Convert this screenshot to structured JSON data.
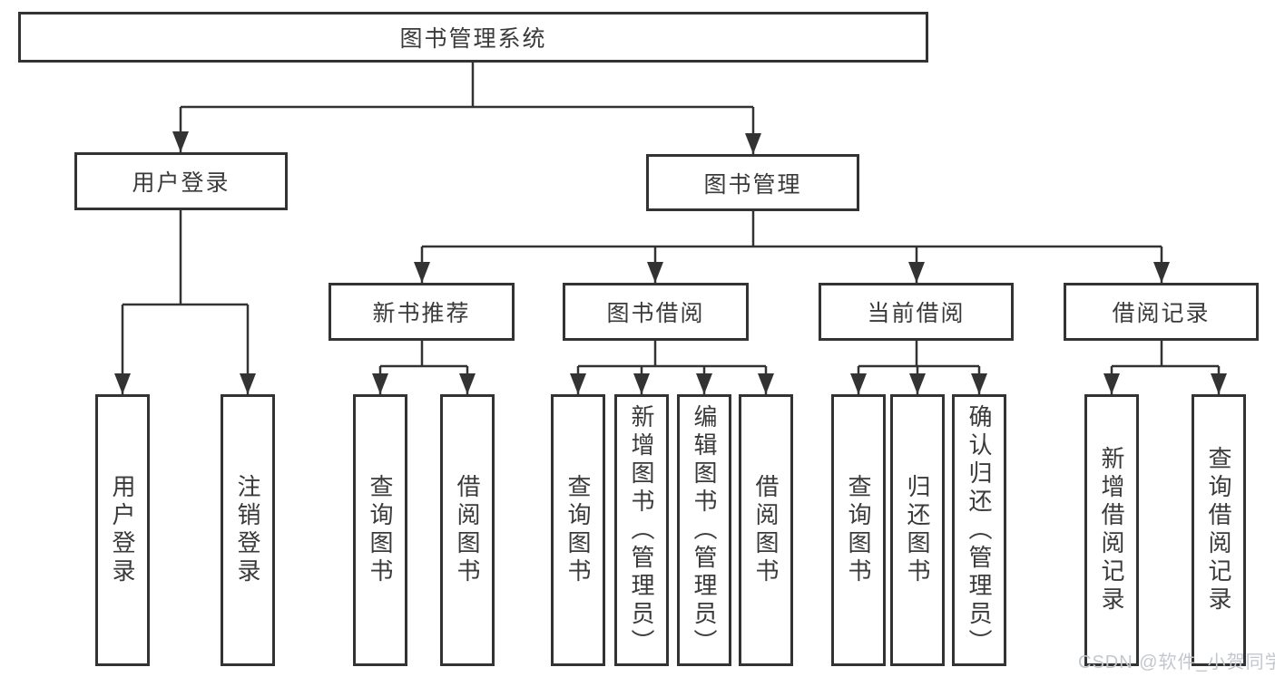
{
  "diagram": {
    "root": "图书管理系统",
    "level2": {
      "user_login": "用户登录",
      "book_management": "图书管理"
    },
    "level3": {
      "new_book_recommend": "新书推荐",
      "book_borrowing": "图书借阅",
      "current_borrowing": "当前借阅",
      "borrowing_records": "借阅记录"
    },
    "leaves": {
      "user_login": [
        "用户登录",
        "注销登录"
      ],
      "new_book_recommend": [
        "查询图书",
        "借阅图书"
      ],
      "book_borrowing": [
        "查询图书",
        "新增图书（管理员）",
        "编辑图书（管理员）",
        "借阅图书"
      ],
      "current_borrowing": [
        "查询图书",
        "归还图书",
        "确认归还（管理员）"
      ],
      "borrowing_records": [
        "新增借阅记录",
        "查询借阅记录"
      ]
    },
    "colors": {
      "line": "#333333",
      "box_fill": "#ffffff",
      "text": "#3a3a3a",
      "watermark": "#c3c7cd"
    },
    "watermark": "CSDN @软件_小贺同学"
  }
}
